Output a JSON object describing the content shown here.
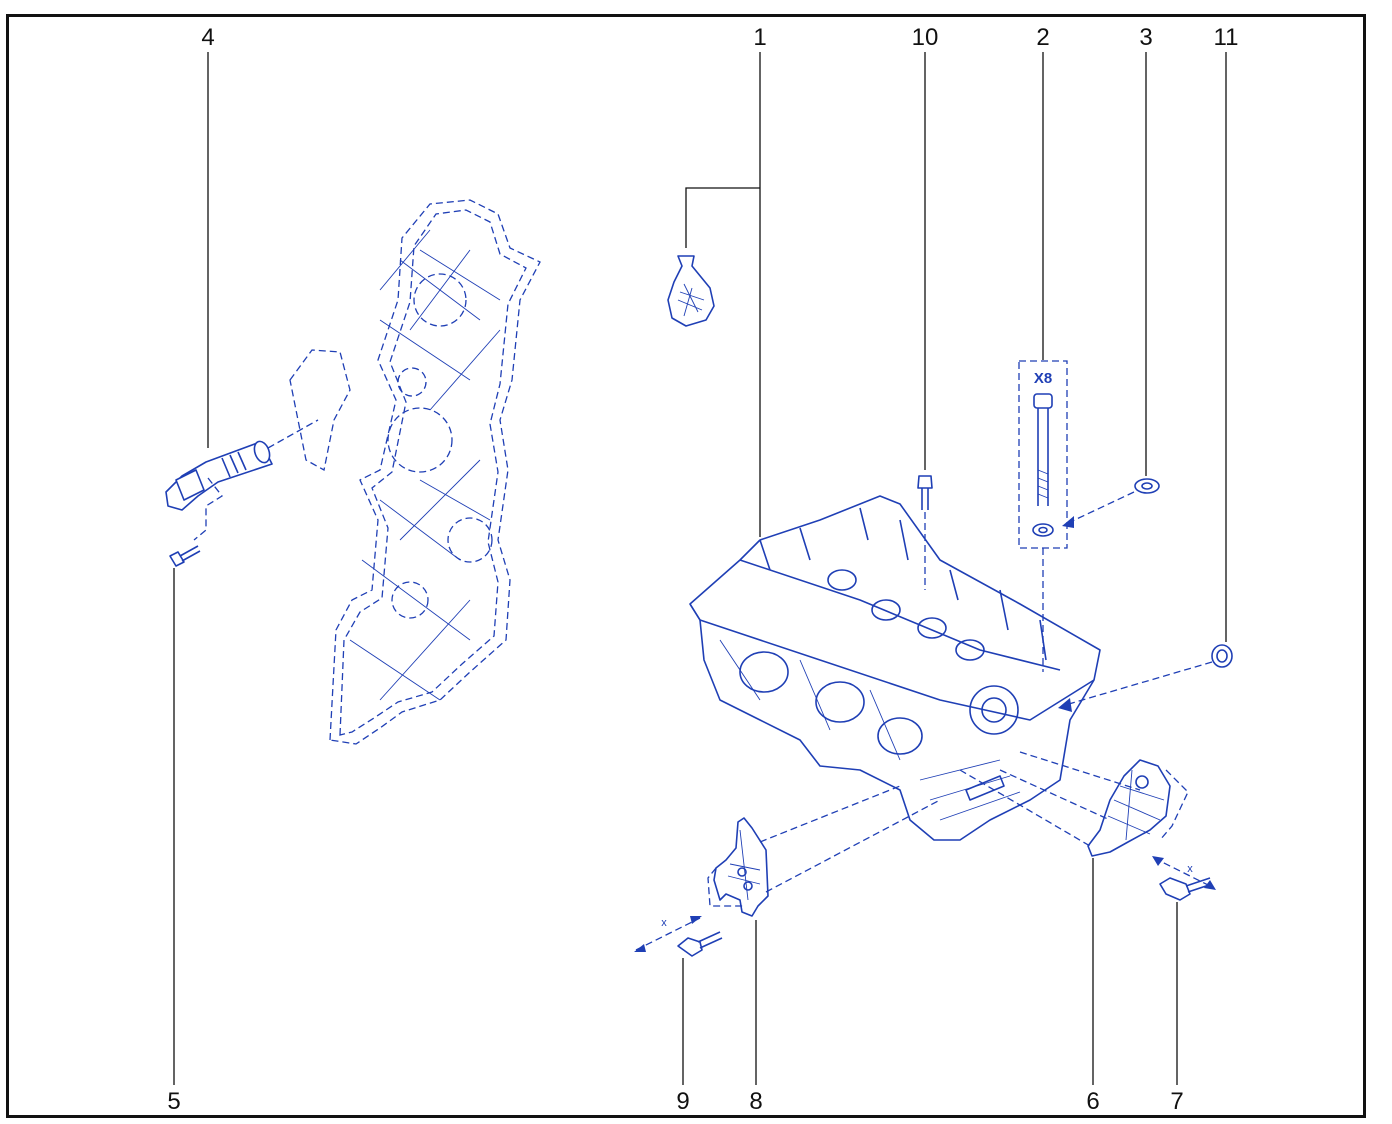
{
  "callouts": {
    "n1": "1",
    "n2": "2",
    "n3": "3",
    "n4": "4",
    "n5": "5",
    "n6": "6",
    "n7": "7",
    "n8": "8",
    "n9": "9",
    "n10": "10",
    "n11": "11"
  },
  "labels": {
    "quantity": "X8",
    "dimension_mark_left": "x",
    "dimension_mark_right": "x"
  },
  "colors": {
    "line_art": "#1f3fb5",
    "leader": "#111111",
    "frame": "#111111"
  }
}
